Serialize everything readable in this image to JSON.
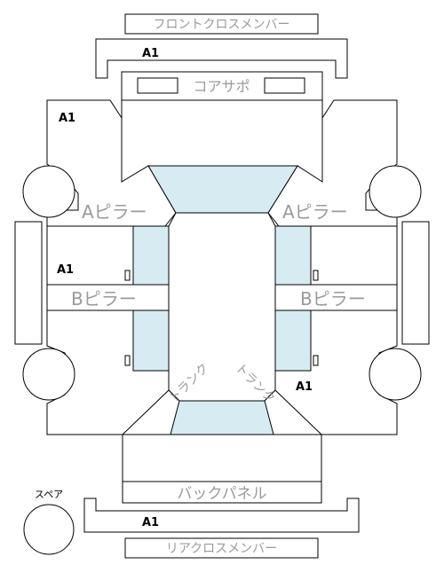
{
  "labels": {
    "front_cross_member": "フロントクロスメンバー",
    "core_support": "コアサポ",
    "a_pillar": "Aピラー",
    "b_pillar": "Bピラー",
    "back_panel": "バックパネル",
    "rear_cross_member": "リアクロスメンバー",
    "spare": "スペア",
    "trunk": "トランク"
  },
  "grades": {
    "front_cross_member": "A1",
    "front_left_fender": "A1",
    "left_door_area": "A1",
    "right_rear_area": "A1",
    "rear_cross_member": "A1"
  },
  "colors": {
    "glass": "#d6ebf2",
    "label_text": "#9a9a9a",
    "line": "#000000"
  }
}
